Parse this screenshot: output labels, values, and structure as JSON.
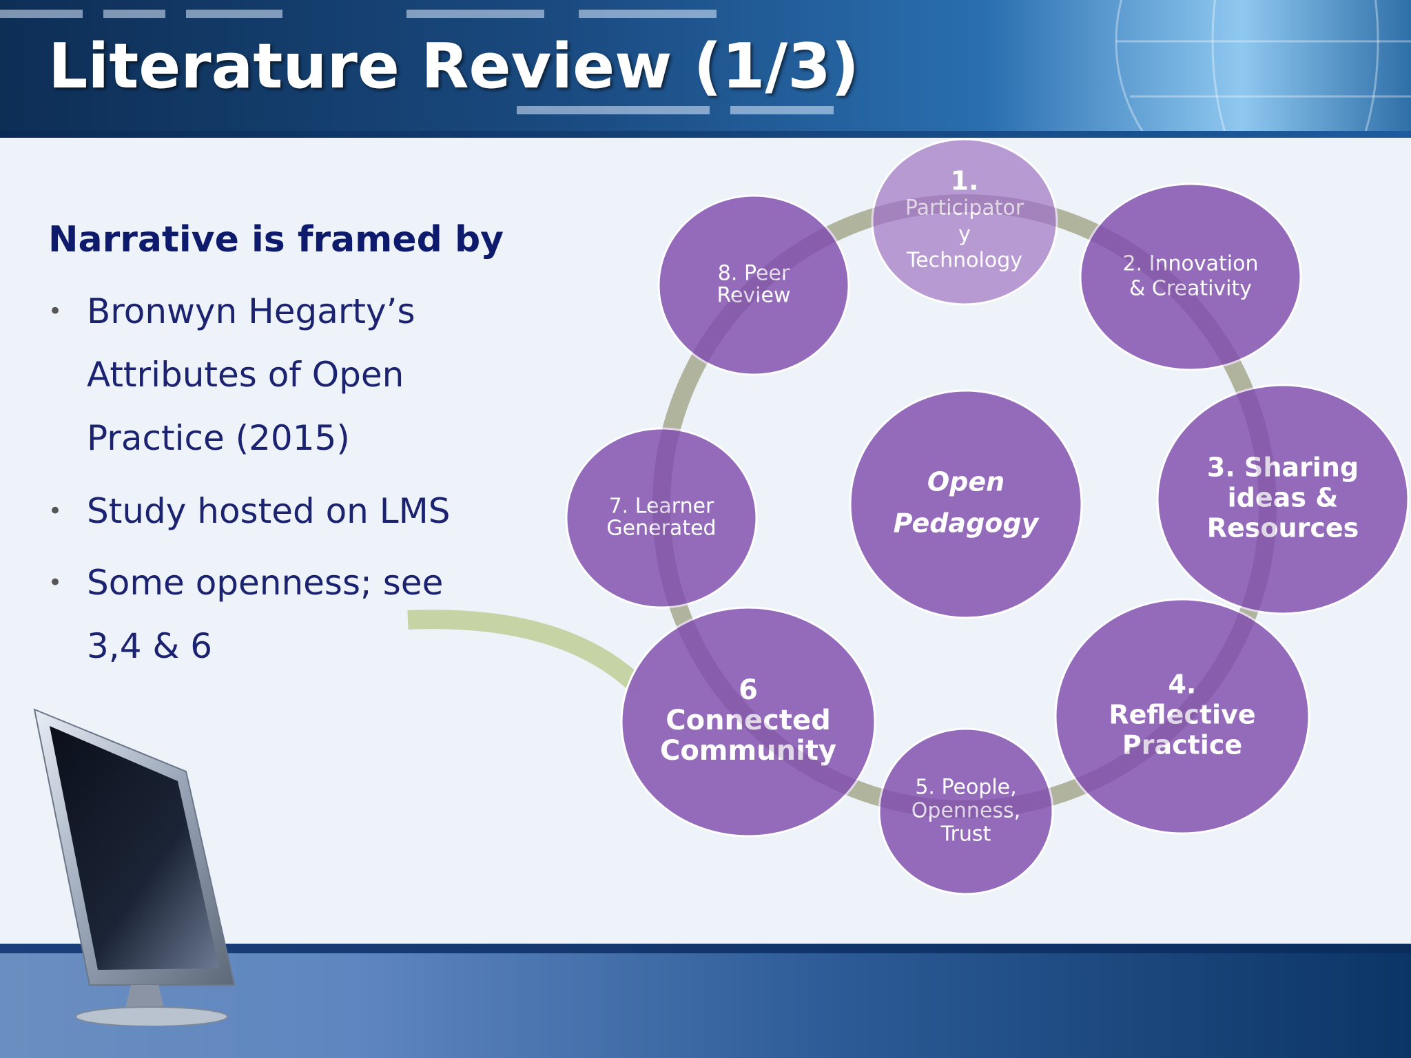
{
  "slide": {
    "title": "Literature Review (1/3)",
    "lead": "Narrative is framed by",
    "bullets": [
      {
        "lines": [
          "Bronwyn Hegarty’s",
          "Attributes of Open",
          "Practice (2015)"
        ]
      },
      {
        "lines": [
          "Study hosted on LMS"
        ]
      },
      {
        "lines": [
          "Some openness; see",
          "3,4 & 6"
        ]
      }
    ]
  },
  "diagram": {
    "center": {
      "lines": [
        "Open",
        "Pedagogy"
      ]
    },
    "nodes": [
      {
        "id": "1",
        "lines": [
          "1.",
          "Participator",
          "y",
          "Technology"
        ]
      },
      {
        "id": "2",
        "lines": [
          "2. Innovation",
          "& Creativity"
        ]
      },
      {
        "id": "3",
        "lines": [
          "3. Sharing",
          "ideas &",
          "Resources"
        ]
      },
      {
        "id": "4",
        "lines": [
          "4.",
          "Reflective",
          "Practice"
        ]
      },
      {
        "id": "5",
        "lines": [
          "5. People,",
          "Openness,",
          "Trust"
        ]
      },
      {
        "id": "6",
        "lines": [
          "6",
          "Connected",
          "Community"
        ]
      },
      {
        "id": "7",
        "lines": [
          "7. Learner",
          "Generated"
        ]
      },
      {
        "id": "8",
        "lines": [
          "8. Peer",
          "Review"
        ]
      }
    ]
  },
  "colors": {
    "node_fill": "#9166b8",
    "node_fill_light": "#b393cf",
    "ring": "#c5d3a5",
    "title": "#ffffff",
    "lead": "#0e1a6b",
    "body_text": "#1b2370"
  },
  "icons": {
    "monitor": "computer-monitor-icon"
  }
}
